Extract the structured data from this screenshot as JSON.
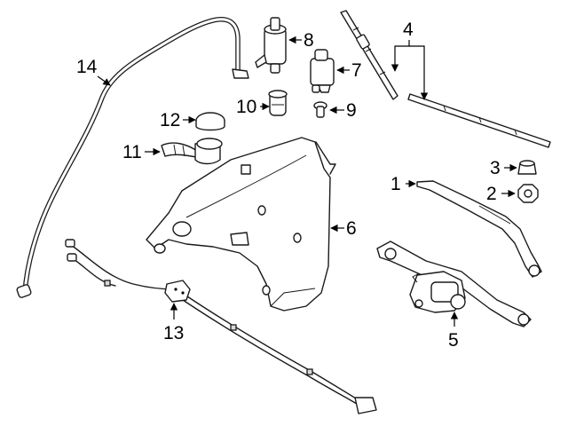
{
  "callouts": {
    "c1": "1",
    "c2": "2",
    "c3": "3",
    "c4": "4",
    "c5": "5",
    "c6": "6",
    "c7": "7",
    "c8": "8",
    "c9": "9",
    "c10": "10",
    "c11": "11",
    "c12": "12",
    "c13": "13",
    "c14": "14"
  },
  "colors": {
    "line": "#1a1a1a",
    "background": "#ffffff",
    "shade": "#d9d9d9"
  }
}
